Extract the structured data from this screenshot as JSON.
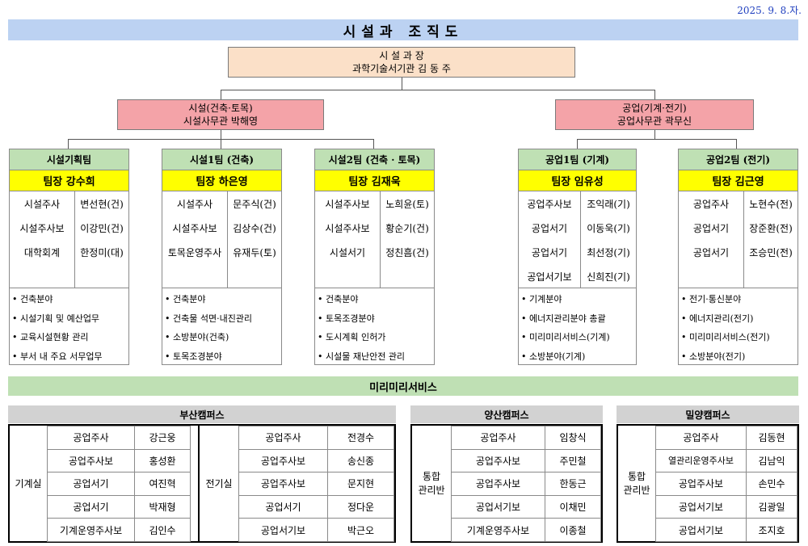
{
  "date": "2025. 9. 8.자.",
  "title": "시설과 조직도",
  "chief": {
    "line1": "시 설 과 장",
    "line2": "과학기술서기관 김 동 주"
  },
  "divisions": [
    {
      "line1": "시설(건축·토목)",
      "line2": "시설사무관 박해영"
    },
    {
      "line1": "공업(기계·전기)",
      "line2": "공업사무관 곽무신"
    }
  ],
  "teams": [
    {
      "name": "시설기획팀",
      "lead": "팀장 강수희",
      "ranks": [
        "시설주사",
        "시설주사보",
        "대학회계"
      ],
      "names": [
        "변선현(건)",
        "이강민(건)",
        "한정미(대)"
      ],
      "duties": [
        "• 건축분야",
        "• 시설기획 및 예산업무",
        "• 교육시설현황 관리",
        "• 부서 내 주요 서무업무"
      ]
    },
    {
      "name": "시설1팀 (건축)",
      "lead": "팀장 하은영",
      "ranks": [
        "시설주사",
        "시설주사보",
        "토목운영주사"
      ],
      "names": [
        "문주식(건)",
        "김상수(건)",
        "유재두(토)"
      ],
      "duties": [
        "• 건축분야",
        "• 건축물 석면·내진관리",
        "• 소방분야(건축)",
        "• 토목조경분야"
      ]
    },
    {
      "name": "시설2팀 (건축 · 토목)",
      "lead": "팀장 김재욱",
      "ranks": [
        "시설주사보",
        "시설주사보",
        "시설서기"
      ],
      "names": [
        "노희윤(토)",
        "황순기(건)",
        "정친흠(건)"
      ],
      "duties": [
        "• 건축분야",
        "• 토목조경분야",
        "• 도시계획 인허가",
        "• 시설물 재난안전 관리"
      ]
    },
    {
      "name": "공업1팀 (기계)",
      "lead": "팀장 임유성",
      "ranks": [
        "공업주사보",
        "공업서기",
        "공업서기",
        "공업서기보"
      ],
      "names": [
        "조익래(기)",
        "이동욱(기)",
        "최선정(기)",
        "신희진(기)"
      ],
      "duties": [
        "• 기계분야",
        "• 에너지관리분야 총괄",
        "• 미리미리서비스(기계)",
        "• 소방분야(기계)"
      ]
    },
    {
      "name": "공업2팀 (전기)",
      "lead": "팀장 김근영",
      "ranks": [
        "공업주사",
        "공업서기",
        "공업서기"
      ],
      "names": [
        "노현수(전)",
        "장준환(전)",
        "조승민(전)"
      ],
      "duties": [
        "• 전기·통신분야",
        "• 에너지관리(전기)",
        "• 미리미리서비스(전기)",
        "• 소방분야(전기)"
      ]
    }
  ],
  "service_title": "미리미리서비스",
  "campuses": [
    {
      "name": "부산캠퍼스",
      "groups": [
        {
          "label": "기계실",
          "rows": [
            [
              "공업주사",
              "강근웅"
            ],
            [
              "공업주사보",
              "홍성환"
            ],
            [
              "공업서기",
              "여진혁"
            ],
            [
              "공업서기",
              "박재형"
            ],
            [
              "기계운영주사보",
              "김인수"
            ]
          ]
        },
        {
          "label": "전기실",
          "rows": [
            [
              "공업주사",
              "전경수"
            ],
            [
              "공업주사보",
              "송신종"
            ],
            [
              "공업주사보",
              "문지현"
            ],
            [
              "공업서기",
              "정다운"
            ],
            [
              "공업서기보",
              "박근오"
            ]
          ]
        }
      ]
    },
    {
      "name": "양산캠퍼스",
      "groups": [
        {
          "label": "통합 관리반",
          "label_lines": [
            "통합",
            "관리반"
          ],
          "rows": [
            [
              "공업주사",
              "임창식"
            ],
            [
              "공업주사보",
              "주민철"
            ],
            [
              "공업주사보",
              "한동근"
            ],
            [
              "공업서기보",
              "이채민"
            ],
            [
              "기계운영주사보",
              "이종철"
            ]
          ]
        }
      ]
    },
    {
      "name": "밀양캠퍼스",
      "groups": [
        {
          "label": "통합 관리반",
          "label_lines": [
            "통합",
            "관리반"
          ],
          "rows": [
            [
              "공업주사",
              "김동현"
            ],
            [
              "열관리운영주사보",
              "김남익"
            ],
            [
              "공업주사보",
              "손민수"
            ],
            [
              "공업서기보",
              "김광일"
            ],
            [
              "공업서기보",
              "조지호"
            ]
          ]
        }
      ]
    }
  ],
  "colors": {
    "banner": "#bcd2f2",
    "chief": "#fbe0c8",
    "division": "#f4a3a8",
    "team_head": "#bfe0b4",
    "team_lead": "#ffff00",
    "campus_head": "#d2d2d2",
    "date": "#1f3fbf"
  }
}
